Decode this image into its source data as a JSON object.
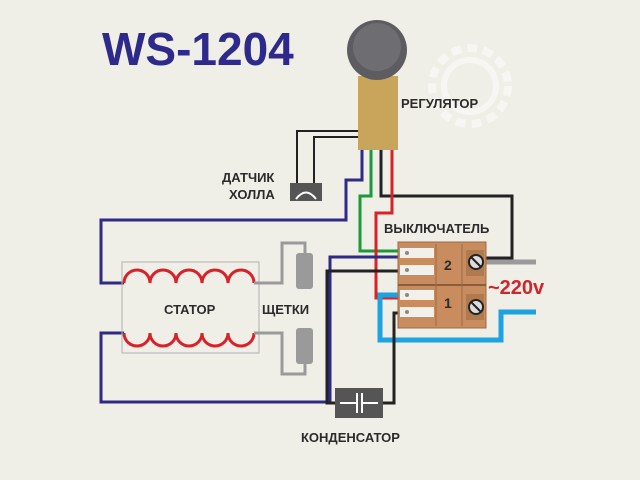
{
  "title": "WS-1204",
  "labels": {
    "regulator": "РЕГУЛЯТОР",
    "hall_sensor_line1": "ДАТЧИК",
    "hall_sensor_line2": "ХОЛЛА",
    "switch": "ВЫКЛЮЧАТЕЛЬ",
    "stator": "СТАТОР",
    "brushes": "ЩЕТКИ",
    "capacitor": "КОНДЕНСАТОР",
    "voltage": "~220v"
  },
  "switch_sections": [
    "2",
    "1"
  ],
  "colors": {
    "navy_wire": "#2e2a86",
    "green_wire": "#1a9a3a",
    "black_wire": "#222222",
    "red_wire": "#d8222a",
    "blue_wire": "#1ea3e2",
    "gray_wire": "#9a9a9a",
    "regulator_body": "#c9a55c",
    "switch_body": "#c98c5e"
  }
}
